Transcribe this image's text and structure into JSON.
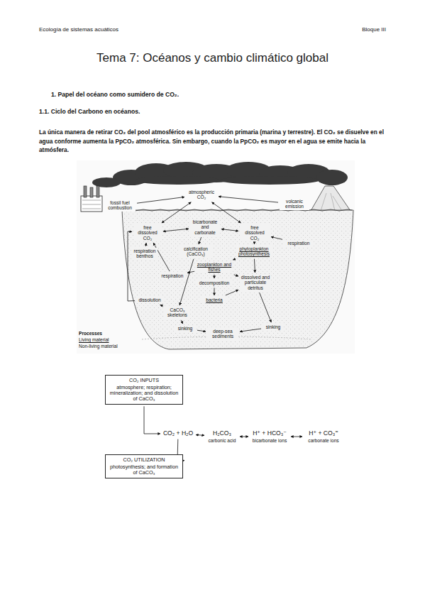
{
  "diagram": {
    "title": "Tema 7: Océanos y cambio climático global",
    "nodes": [
      {
        "text": [
          "fossil fuel combustion"
        ]
      },
      {
        "text": [
          "atmospheric CO₂"
        ]
      },
      {
        "text": [
          "volcanic emission"
        ]
      },
      {
        "text": [
          "free dissolved CO₂"
        ]
      },
      {
        "text": [
          "bicarbonate and carbonate"
        ]
      },
      {
        "text": [
          "free dissolved CO₂"
        ]
      },
      {
        "text": [
          "respiration benthos"
        ]
      },
      {
        "text": [
          "calcification (CaCO₃)"
        ]
      },
      {
        "text": [
          "phytoplankton photosynthesis"
        ]
      },
      {
        "text": [
          "respiration"
        ]
      },
      {
        "text": [
          "respiration"
        ]
      },
      {
        "text": [
          "zooplankton and fishes"
        ]
      },
      {
        "text": [
          "decomposition"
        ]
      },
      {
        "text": [
          "dissolved and particulate detritus"
        ]
      },
      {
        "text": [
          "bacteria"
        ]
      },
      {
        "text": [
          "dissolution"
        ]
      },
      {
        "text": [
          "CaCO₃ skeletons"
        ]
      },
      {
        "text": [
          "sinking"
        ]
      },
      {
        "text": [
          "sinking"
        ]
      },
      {
        "text": [
          "deep-sea sediments"
        ]
      },
      {
        "text": [
          "CO₂ INPUTS",
          "atmosphere; respiration; mineralization; and dissolution of CaCO₃"
        ]
      },
      {
        "text": [
          "CO₂ + H₂O"
        ]
      },
      {
        "text": [
          "H₂CO₃",
          "carbonic acid"
        ]
      },
      {
        "text": [
          "H⁺ + HCO₃⁻",
          "bicarbonate ions"
        ]
      },
      {
        "text": [
          "H⁺ + CO₃⁼",
          "carbonate ions"
        ]
      },
      {
        "text": [
          "CO₂ UTILIZATION",
          "photosynthesis; and formation of CaCO₃"
        ]
      }
    ],
    "edges": [
      {
        "from": 0,
        "to": 1,
        "arrow": "to"
      },
      {
        "from": 2,
        "to": 1,
        "arrow": "to"
      },
      {
        "from": 1,
        "to": 3,
        "arrow": "both"
      },
      {
        "from": 1,
        "to": 5,
        "arrow": "both"
      },
      {
        "from": 3,
        "to": 4,
        "arrow": "both"
      },
      {
        "from": 4,
        "to": 5,
        "arrow": "both"
      },
      {
        "from": 5,
        "to": 8,
        "arrow": "to"
      },
      {
        "from": 9,
        "to": 5,
        "arrow": "to"
      },
      {
        "from": 4,
        "to": 7,
        "arrow": "to"
      },
      {
        "from": 8,
        "to": 11,
        "arrow": "to"
      },
      {
        "from": 11,
        "to": 12,
        "arrow": "to"
      },
      {
        "from": 12,
        "to": 14,
        "arrow": "to"
      },
      {
        "from": 8,
        "to": 13,
        "arrow": "to"
      },
      {
        "from": 11,
        "to": 13,
        "arrow": "to"
      },
      {
        "from": 14,
        "to": 13,
        "arrow": "to"
      },
      {
        "from": 10,
        "to": 3,
        "arrow": "to"
      },
      {
        "from": 6,
        "to": 3,
        "arrow": "to"
      },
      {
        "from": 11,
        "to": 10,
        "arrow": "to"
      },
      {
        "from": 16,
        "to": 15,
        "arrow": "to"
      },
      {
        "from": 15,
        "to": 3,
        "arrow": "to"
      },
      {
        "from": 7,
        "to": 16,
        "arrow": "to"
      },
      {
        "from": 16,
        "to": 17,
        "arrow": "to"
      },
      {
        "from": 17,
        "to": 19,
        "arrow": "to"
      },
      {
        "from": 13,
        "to": 18,
        "arrow": "to"
      },
      {
        "from": 18,
        "to": 19,
        "arrow": "to"
      },
      {
        "from": 20,
        "to": 21,
        "arrow": "to"
      },
      {
        "from": 21,
        "to": 22,
        "arrow": "both"
      },
      {
        "from": 22,
        "to": 23,
        "arrow": "both"
      },
      {
        "from": 23,
        "to": 24,
        "arrow": "both"
      },
      {
        "from": 21,
        "to": 25,
        "arrow": "to"
      }
    ],
    "labels": [
      "Ecología de sistemas acuáticos",
      "Bloque III",
      "1. Papel del océano como sumidero de CO₂.",
      "1.1. Ciclo del Carbono en océanos.",
      "La única manera de retirar CO₂ del pool atmosférico es la producción primaria (marina y terrestre). El CO₂ se disuelve en el agua conforme aumenta la PpCO₂ atmosférica. Sin embargo, cuando la PpCO₂ es mayor en el agua se emite hacia la atmósfera."
    ],
    "legend": [
      {
        "text": "Processes"
      },
      {
        "text": "Living material"
      },
      {
        "text": "Non-living material"
      }
    ]
  }
}
